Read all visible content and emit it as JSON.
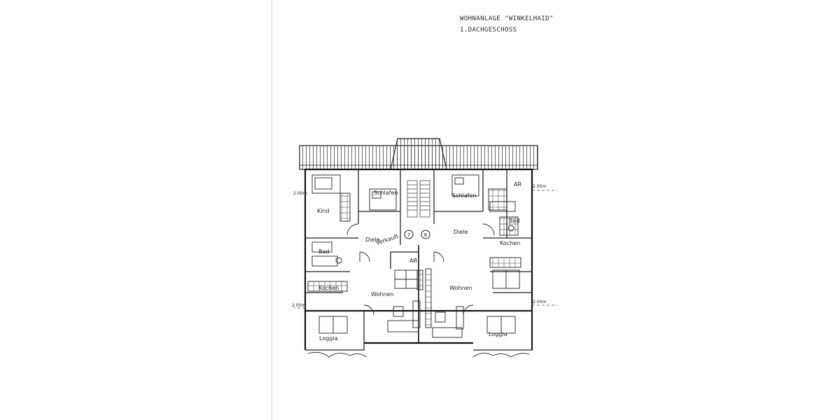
{
  "header": {
    "project": "WOHNANLAGE  \"WINKELHAID\"",
    "floor": "1.DACHGESCHOSS"
  },
  "rooms": {
    "kind": "Kind",
    "schlafen_left": "Schlafen",
    "schlafen_right": "Schlafen",
    "ar_top": "AR",
    "bad_left": "Bad",
    "bad_right": "Bad",
    "diele_left": "Diele",
    "diele_right": "Diele",
    "kochen_left": "Kochen",
    "kochen_right": "Kochen",
    "ar_mid": "AR",
    "wohnen_left": "Wohnen",
    "wohnen_right": "Wohnen",
    "loggia_left": "Loggia",
    "loggia_right": "Loggia"
  },
  "markers": {
    "unit_7": "7",
    "unit_6": "6",
    "sold": "Verkauft"
  },
  "levels": {
    "left_top": "2.00m",
    "right_top": "2.00m",
    "left_bottom": "2.00m",
    "right_bottom": "2.00m"
  }
}
